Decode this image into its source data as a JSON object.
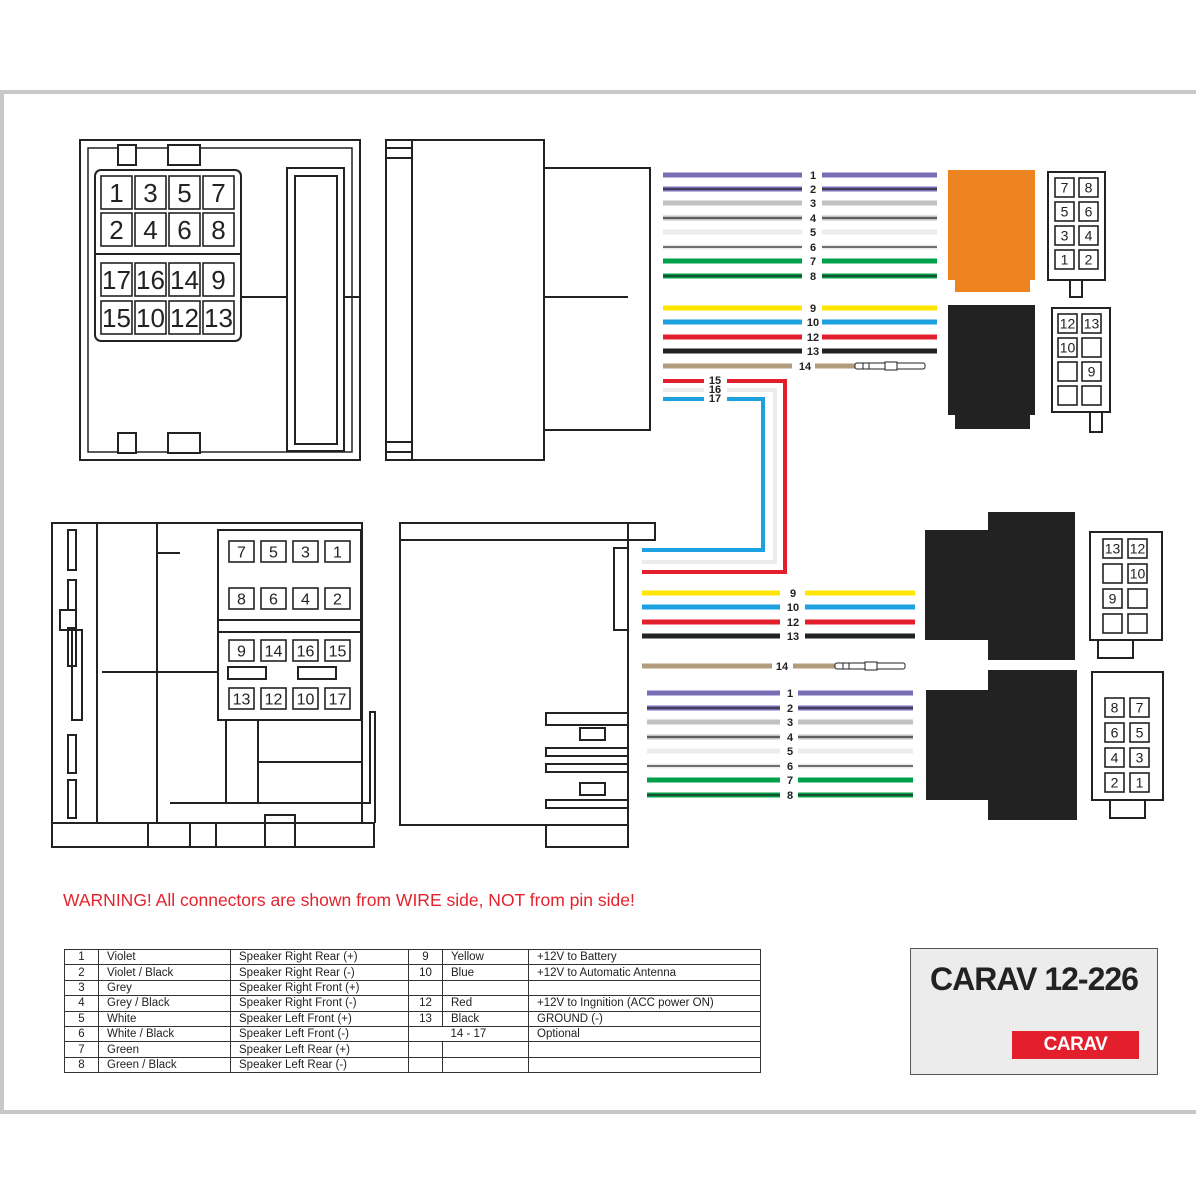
{
  "warning": "WARNING! All connectors are shown from WIRE side, NOT from pin side!",
  "model": {
    "title": "CARAV 12-226",
    "logo": "CARAV",
    "brand_color": "#e31e2d"
  },
  "colors": {
    "violet": "#7b6db5",
    "grey": "#c2c2c2",
    "white": "#ececec",
    "green": "#00a04a",
    "yellow": "#ffe600",
    "blue": "#1ea1e0",
    "red": "#e31e2d",
    "black": "#222222",
    "tan": "#b39b7d",
    "orange": "#ee8420"
  },
  "connectors": {
    "iso_female_grid": [
      [
        "1",
        "3",
        "5",
        "7"
      ],
      [
        "2",
        "4",
        "6",
        "8"
      ],
      [
        "17",
        "16",
        "14",
        "9"
      ],
      [
        "15",
        "10",
        "12",
        "13"
      ]
    ],
    "iso_male_grid": [
      [
        "7",
        "5",
        "3",
        "1"
      ],
      [
        "8",
        "6",
        "4",
        "2"
      ],
      [
        "9",
        "14",
        "16",
        "15"
      ],
      [
        "13",
        "12",
        "10",
        "17"
      ]
    ],
    "speaker_top": [
      [
        "7",
        "8"
      ],
      [
        "5",
        "6"
      ],
      [
        "3",
        "4"
      ],
      [
        "1",
        "2"
      ]
    ],
    "power_top": [
      [
        "12",
        "13"
      ],
      [
        "10",
        ""
      ],
      [
        "",
        "9"
      ],
      [
        "",
        ""
      ]
    ],
    "power_bottom": [
      [
        "13",
        "12"
      ],
      [
        "",
        "10"
      ],
      [
        "9",
        ""
      ],
      [
        "",
        ""
      ]
    ],
    "speaker_bottom": [
      [
        "8",
        "7"
      ],
      [
        "6",
        "5"
      ],
      [
        "4",
        "3"
      ],
      [
        "2",
        "1"
      ]
    ]
  },
  "wires_top": [
    {
      "pin": "1",
      "color": "violet",
      "stripe": false
    },
    {
      "pin": "2",
      "color": "violet",
      "stripe": true
    },
    {
      "pin": "3",
      "color": "grey",
      "stripe": false
    },
    {
      "pin": "4",
      "color": "grey",
      "stripe": true
    },
    {
      "pin": "5",
      "color": "white",
      "stripe": false
    },
    {
      "pin": "6",
      "color": "white",
      "stripe": true
    },
    {
      "pin": "7",
      "color": "green",
      "stripe": false
    },
    {
      "pin": "8",
      "color": "green",
      "stripe": true
    },
    {
      "pin": "9",
      "color": "yellow",
      "stripe": false
    },
    {
      "pin": "10",
      "color": "blue",
      "stripe": false
    },
    {
      "pin": "12",
      "color": "red",
      "stripe": false
    },
    {
      "pin": "13",
      "color": "black",
      "stripe": false
    },
    {
      "pin": "14",
      "color": "tan",
      "stripe": false
    }
  ],
  "wires_optional": [
    {
      "pin": "15",
      "color": "red"
    },
    {
      "pin": "16",
      "color": "white"
    },
    {
      "pin": "17",
      "color": "blue"
    }
  ],
  "wires_bottom_power": [
    {
      "pin": "9",
      "color": "yellow"
    },
    {
      "pin": "10",
      "color": "blue"
    },
    {
      "pin": "12",
      "color": "red"
    },
    {
      "pin": "13",
      "color": "black"
    },
    {
      "pin": "14",
      "color": "tan"
    }
  ],
  "wires_bottom_speaker": [
    {
      "pin": "1",
      "color": "violet",
      "stripe": false
    },
    {
      "pin": "2",
      "color": "violet",
      "stripe": true
    },
    {
      "pin": "3",
      "color": "grey",
      "stripe": false
    },
    {
      "pin": "4",
      "color": "grey",
      "stripe": true
    },
    {
      "pin": "5",
      "color": "white",
      "stripe": false
    },
    {
      "pin": "6",
      "color": "white",
      "stripe": true
    },
    {
      "pin": "7",
      "color": "green",
      "stripe": false
    },
    {
      "pin": "8",
      "color": "green",
      "stripe": true
    }
  ],
  "table": [
    [
      "1",
      "Violet",
      "Speaker Right Rear (+)",
      "9",
      "Yellow",
      "+12V to Battery"
    ],
    [
      "2",
      "Violet / Black",
      "Speaker Right Rear (-)",
      "10",
      "Blue",
      "+12V to Automatic Antenna"
    ],
    [
      "3",
      "Grey",
      "Speaker Right Front (+)",
      "",
      "",
      ""
    ],
    [
      "4",
      "Grey / Black",
      "Speaker Right Front (-)",
      "12",
      "Red",
      "+12V to Ingnition (ACC power ON)"
    ],
    [
      "5",
      "White",
      "Speaker Left Front (+)",
      "13",
      "Black",
      "GROUND (-)"
    ],
    [
      "6",
      "White / Black",
      "Speaker Left Front (-)",
      "",
      "14 - 17",
      "Optional"
    ],
    [
      "7",
      "Green",
      "Speaker Left Rear (+)",
      "",
      "",
      ""
    ],
    [
      "8",
      "Green / Black",
      "Speaker Left Rear (-)",
      "",
      "",
      ""
    ]
  ]
}
